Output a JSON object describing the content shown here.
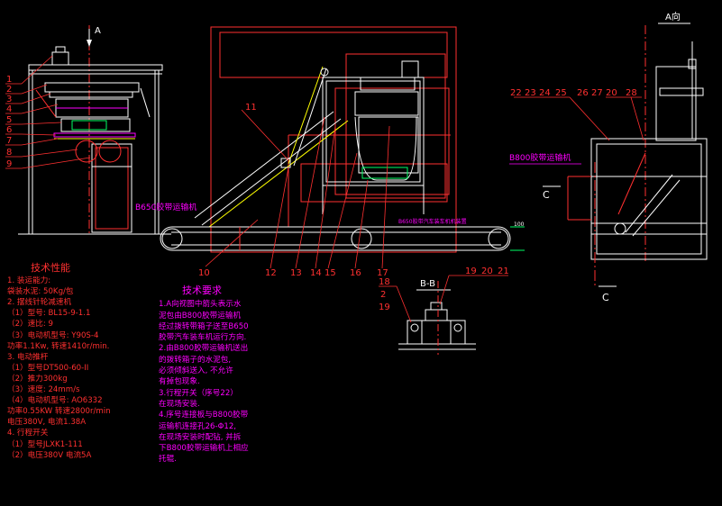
{
  "colors": {
    "background": "#000000",
    "white": "#ffffff",
    "red": "#ff2020",
    "magenta": "#ff00ff",
    "green": "#00ff66",
    "yellow": "#ffff00",
    "cyan": "#00ffff"
  },
  "labels": {
    "view_a_mark": "A",
    "view_a_title": "A向",
    "section_bb": "B-B",
    "section_c_left": "C",
    "section_c_bottom": "C",
    "b650_conveyor": "B650胶带运输机",
    "b800_conveyor": "B800胶带运输机",
    "truck_loader": "B650胶带汽车装车机机装置",
    "dim_100": "100"
  },
  "left_callouts": [
    "1",
    "2",
    "3",
    "4",
    "5",
    "6",
    "7",
    "8",
    "9"
  ],
  "middle_callouts": [
    "10",
    "11",
    "12",
    "13",
    "14",
    "15",
    "16",
    "17"
  ],
  "right_callouts_top": [
    "22",
    "23",
    "24",
    "25",
    "26",
    "27",
    "20",
    "28"
  ],
  "section_callouts": [
    "18",
    "19",
    "20",
    "21"
  ],
  "section_left_callouts": [
    "18",
    "2",
    "19"
  ],
  "tech_performance": {
    "title": "技术性能",
    "lines": [
      "1. 装运能力:",
      "袋装水泥: 50Kg/包",
      "2. 摆线针轮减速机",
      "（1）型号: BL15-9-1.1",
      "（2）速比: 9",
      "（3）电动机型号: Y90S-4",
      "功率1.1Kw, 转速1410r/min.",
      "3. 电动推杆",
      "（1）型号DT500-60-II",
      "（2）推力300kg",
      "（3）速度: 24mm/s",
      "（4）电动机型号: AO6332",
      "功率0.55KW 转速2800r/min",
      "电压380V, 电流1.38A",
      "4. 行程开关",
      "（1）型号JLXK1-111",
      "（2）电压380V 电流5A"
    ]
  },
  "tech_requirements": {
    "title": "技术要求",
    "lines": [
      "1.A向视图中箭头表示水",
      "泥包由B800胶带运输机",
      "经过拨转带箱子送至B650",
      "胶带汽车装车机运行方向.",
      "2.由B800胶带运输机送出",
      "的拨转箱子的水泥包,",
      "必须倾斜送入, 不允许",
      "有掉包现象.",
      "3.行程开关（序号22）",
      "在现场安装.",
      "4.序号连接板与B800胶带",
      "运输机连接孔26-Φ12,",
      "在现场安装时配钻, 并拆",
      "下B800胶带运输机上相应",
      "托辊."
    ]
  }
}
